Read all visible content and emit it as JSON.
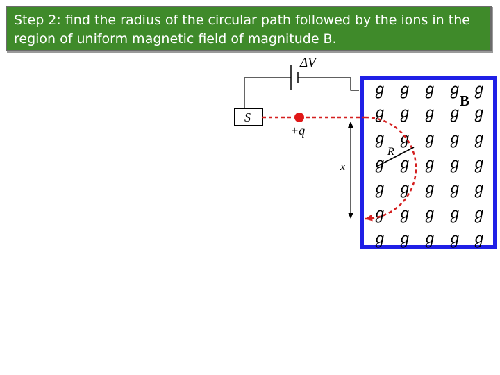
{
  "banner": {
    "text": "Step 2: find the radius of the circular path followed by the ions in the region of uniform magnetic field of magnitude B."
  },
  "diagram": {
    "voltage_label": "ΔV",
    "source_label": "S",
    "charge_label": "+q",
    "field_label": "B",
    "radius_label": "R",
    "distance_label": "x",
    "field_symbol": "ℊ",
    "colors": {
      "banner_bg": "#3f8a2a",
      "field_border": "#1f1fe6",
      "path": "#d42020",
      "charge": "#e01818",
      "wire": "#000000"
    }
  }
}
